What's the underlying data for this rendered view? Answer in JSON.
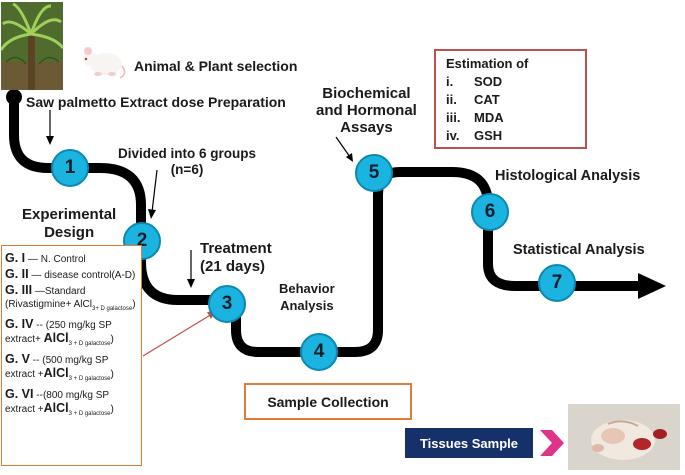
{
  "labels": {
    "animal_plant": "Animal & Plant selection",
    "extract_prep": "Saw palmetto Extract dose Preparation",
    "divided": "Divided into 6 groups",
    "divided_n": "(n=6)",
    "experimental": "Experimental",
    "design": "Design",
    "treatment": "Treatment",
    "treatment_days": "(21 days)",
    "behavior": "Behavior",
    "analysis": "Analysis",
    "biochem_1": "Biochemical",
    "biochem_2": "and Hormonal",
    "biochem_3": "Assays",
    "histological": "Histological Analysis",
    "statistical": "Statistical Analysis",
    "sample_collection": "Sample Collection",
    "tissues_sample": "Tissues Sample"
  },
  "steps": [
    "1",
    "2",
    "3",
    "4",
    "5",
    "6",
    "7"
  ],
  "estimation": {
    "title": "Estimation of",
    "items": [
      {
        "num": "i.",
        "name": "SOD"
      },
      {
        "num": "ii.",
        "name": "CAT"
      },
      {
        "num": "iii.",
        "name": "MDA"
      },
      {
        "num": "iv.",
        "name": "GSH"
      }
    ]
  },
  "groups": {
    "g1_name": "G. I",
    "g1_desc": "N. Control",
    "g2_name": "G. II",
    "g2_desc": "disease control(A-D)",
    "g3_name": "G. III",
    "g3_desc": "Standard (Rivastigmine+ AlCl",
    "g3_sub": "3+ D galactose",
    "g4_name": "G. IV",
    "g4_desc": "(250 mg/kg SP extract+",
    "g5_name": "G. V",
    "g5_desc": "(500 mg/kg SP extract +",
    "g6_name": "G. VI",
    "g6_desc": "(800 mg/kg SP extract +",
    "alcl": "AlCl",
    "alcl_sub": "3 + D galactose"
  },
  "colors": {
    "path": "#000000",
    "step_fill": "#1bb3e0",
    "estimation_border": "#c0504d",
    "groups_border": "#e07b39",
    "tissue_button": "#16306a",
    "tissue_arrow": "#e0338a"
  }
}
